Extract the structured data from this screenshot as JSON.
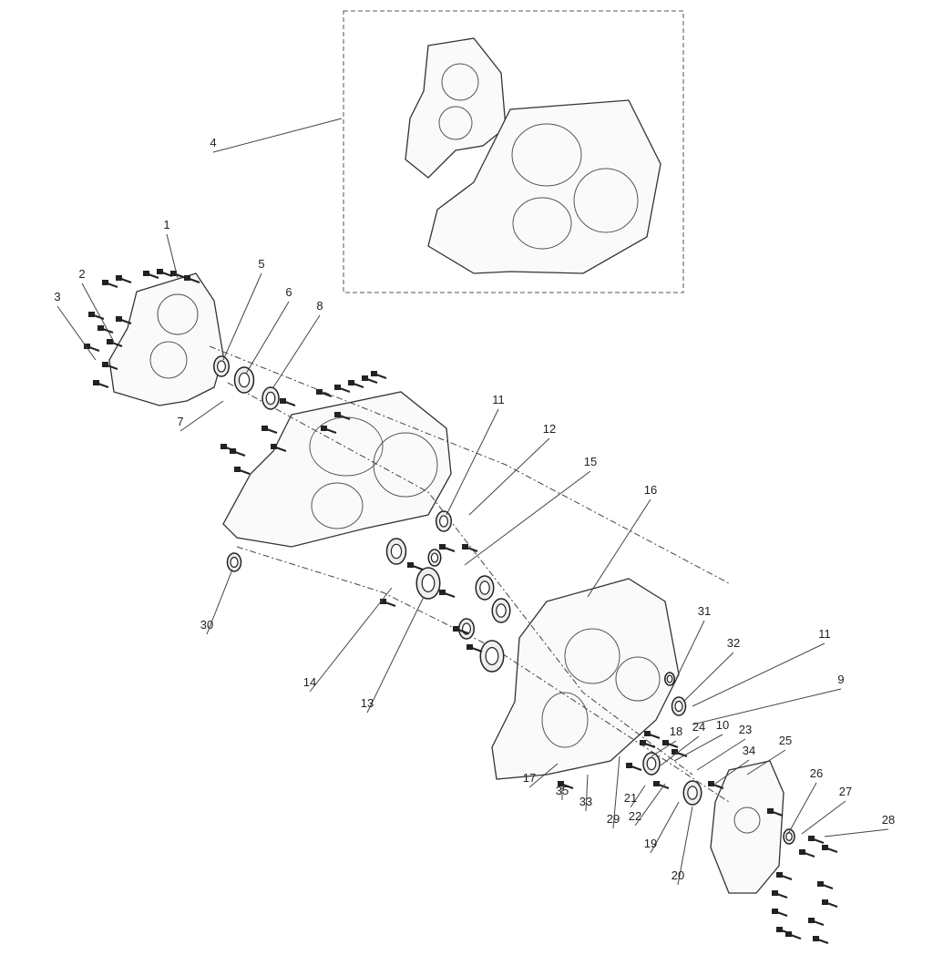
{
  "diagram": {
    "type": "exploded-parts-view",
    "callouts": [
      "1",
      "2",
      "3",
      "4",
      "5",
      "6",
      "7",
      "8",
      "11",
      "12",
      "15",
      "16",
      "30",
      "14",
      "13",
      "31",
      "32",
      "11",
      "9",
      "18",
      "24",
      "10",
      "23",
      "34",
      "25",
      "17",
      "35",
      "33",
      "29",
      "21",
      "22",
      "19",
      "20",
      "26",
      "27",
      "28"
    ]
  }
}
